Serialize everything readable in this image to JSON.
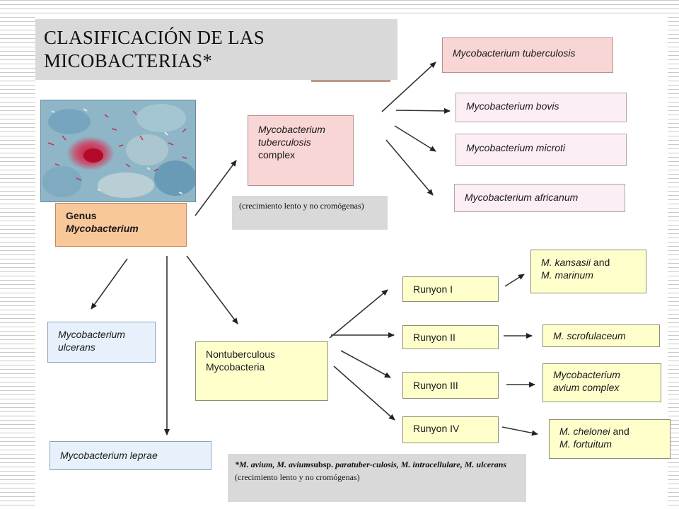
{
  "title": {
    "line1": "CLASIFICACIÓN  DE LAS",
    "line2": "MICOBACTERIAS*"
  },
  "nodes": {
    "genus": {
      "line1": "Genus",
      "line2": "Mycobacterium"
    },
    "mtb_complex": {
      "line1": "Mycobacterium",
      "line2": "tuberculosis",
      "line3": "complex"
    },
    "mtb_note": "(crecimiento  lento y no cromógenas)",
    "m_tuberculosis": "Mycobacterium tuberculosis",
    "m_bovis": "Mycobacterium bovis",
    "m_microti": "Mycobacterium microti",
    "m_africanum": "Mycobacterium africanum",
    "m_ulcerans": {
      "line1": "Mycobacterium",
      "line2": "ulcerans"
    },
    "m_leprae": "Mycobacterium leprae",
    "ntm": {
      "line1": "Nontuberculous",
      "line2": "Mycobacteria"
    },
    "runyon1": "Runyon I",
    "runyon2": "Runyon II",
    "runyon3": "Runyon III",
    "runyon4": "Runyon IV",
    "r1_target": {
      "a": "M. kansasii",
      "and": " and",
      "b": "M. marinum"
    },
    "r2_target": "M. scrofulaceum",
    "r3_target": {
      "line1": "Mycobacterium",
      "line2": "avium complex"
    },
    "r4_target": {
      "a": "M. chelonei",
      "and": " and",
      "b": "M. fortuitum"
    }
  },
  "footnote": {
    "part1": "*M. avium, M. avium",
    "part2": "subsp. ",
    "part3": "paratuber-culosis, M. intracellulare, M. ulcerans",
    "part4": "  (crecimiento  lento y no cromógenas)"
  },
  "image": {
    "icon": "acid-fast-stain-micrograph"
  },
  "colors": {
    "pink": "#f9d6d6",
    "orange": "#f8c89a",
    "yellow": "#ffffcc",
    "blue": "#e7f1fb",
    "gray": "#d9d9d9"
  }
}
